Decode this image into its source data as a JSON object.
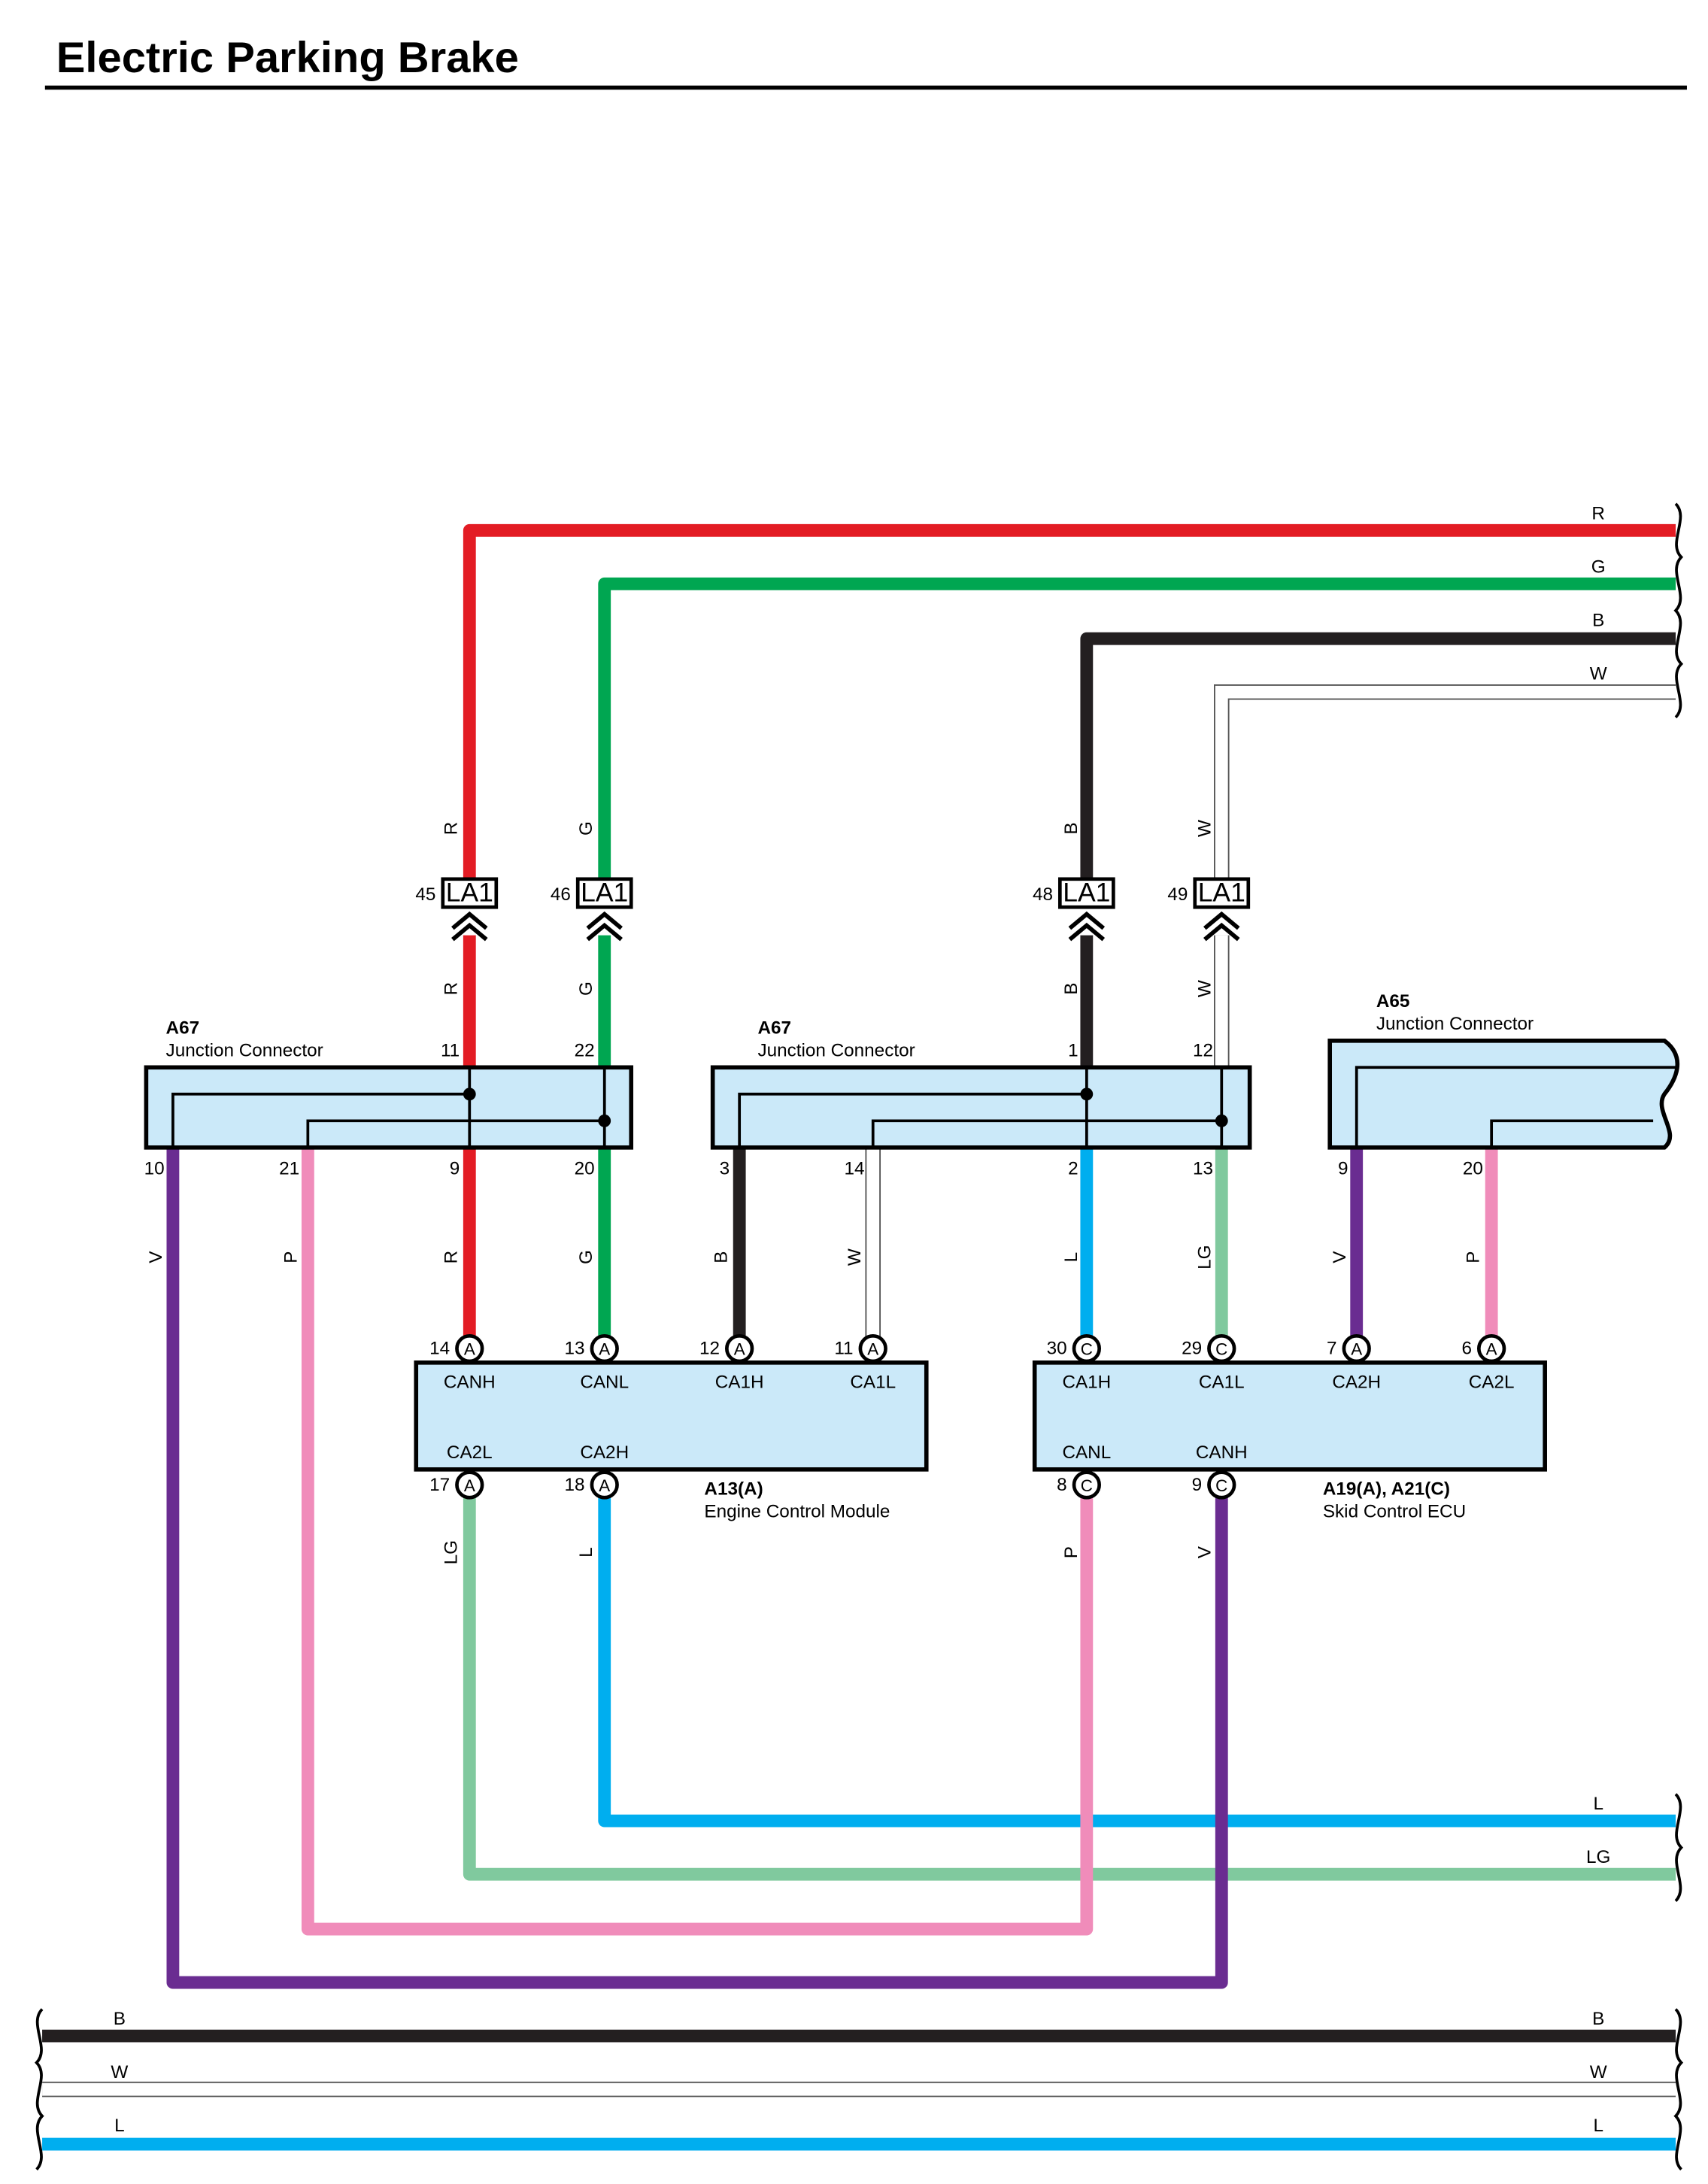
{
  "title": "Electric Parking Brake",
  "colors": {
    "R": "#e31c24",
    "G": "#00a651",
    "B": "#231f20",
    "W": "#ffffff",
    "L": "#00aeef",
    "LG": "#80c99e",
    "P": "#f08cba",
    "V": "#6a2c91",
    "box_fill": "#cbe9f9"
  },
  "wire_codes": {
    "R": "R",
    "G": "G",
    "B": "B",
    "W": "W",
    "L": "L",
    "LG": "LG",
    "P": "P",
    "V": "V"
  },
  "junction_a67_left": {
    "id": "A67",
    "name": "Junction Connector",
    "pins": {
      "top_r": "11",
      "top_g": "22",
      "bot_v": "10",
      "bot_p": "21",
      "bot_r": "9",
      "bot_g": "20"
    }
  },
  "junction_a67_mid": {
    "id": "A67",
    "name": "Junction Connector",
    "pins": {
      "top_b": "1",
      "top_w": "12",
      "bot_b": "3",
      "bot_w": "14",
      "bot_l": "2",
      "bot_lg": "13"
    }
  },
  "junction_a65": {
    "id": "A65",
    "name": "Junction Connector",
    "pins": {
      "bot_v": "9",
      "bot_p": "20"
    }
  },
  "connectors_la1": [
    {
      "pin": "45",
      "label": "LA1"
    },
    {
      "pin": "46",
      "label": "LA1"
    },
    {
      "pin": "48",
      "label": "LA1"
    },
    {
      "pin": "49",
      "label": "LA1"
    }
  ],
  "ecm": {
    "id": "A13(A)",
    "name": "Engine Control Module",
    "top_pins": [
      {
        "num": "14",
        "conn": "A",
        "signal": "CANH"
      },
      {
        "num": "13",
        "conn": "A",
        "signal": "CANL"
      },
      {
        "num": "12",
        "conn": "A",
        "signal": "CA1H"
      },
      {
        "num": "11",
        "conn": "A",
        "signal": "CA1L"
      }
    ],
    "bottom_pins": [
      {
        "num": "17",
        "conn": "A",
        "signal": "CA2L"
      },
      {
        "num": "18",
        "conn": "A",
        "signal": "CA2H"
      }
    ]
  },
  "skid": {
    "id": "A19(A), A21(C)",
    "name": "Skid Control ECU",
    "top_pins": [
      {
        "num": "30",
        "conn": "C",
        "signal": "CA1H"
      },
      {
        "num": "29",
        "conn": "C",
        "signal": "CA1L"
      },
      {
        "num": "7",
        "conn": "A",
        "signal": "CA2H"
      },
      {
        "num": "6",
        "conn": "A",
        "signal": "CA2L"
      }
    ],
    "bottom_pins": [
      {
        "num": "8",
        "conn": "C",
        "signal": "CANL"
      },
      {
        "num": "9",
        "conn": "C",
        "signal": "CANH"
      }
    ]
  }
}
